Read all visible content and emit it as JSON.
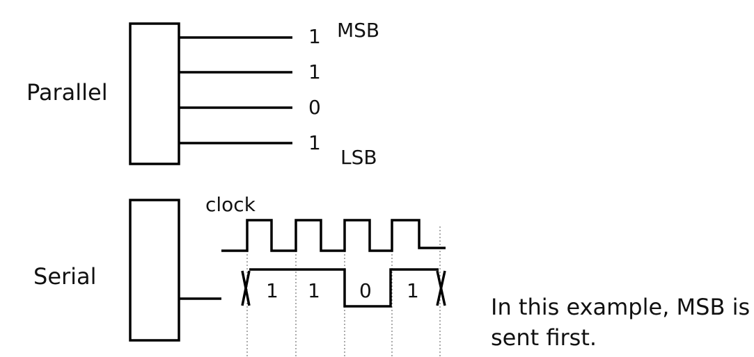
{
  "parallel": {
    "label": "Parallel",
    "bits": [
      "1",
      "1",
      "0",
      "1"
    ],
    "msb_label": "MSB",
    "lsb_label": "LSB"
  },
  "serial": {
    "label": "Serial",
    "clock_label": "clock",
    "bits": [
      "1",
      "1",
      "0",
      "1"
    ]
  },
  "note": {
    "line1": "In this example, MSB is",
    "line2": "sent first."
  }
}
